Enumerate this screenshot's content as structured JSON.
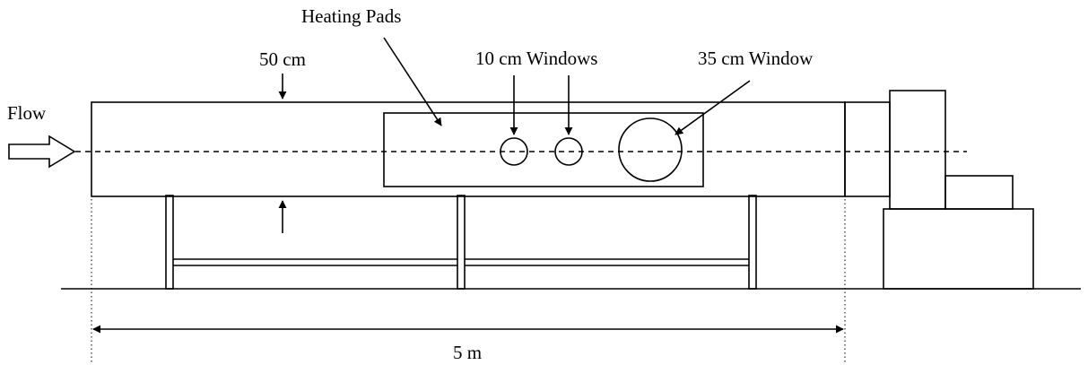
{
  "labels": {
    "flow": "Flow",
    "section_height": "50 cm",
    "heating_pads": "Heating Pads",
    "small_windows": "10 cm Windows",
    "large_window": "35 cm Window",
    "length": "5 m"
  },
  "colors": {
    "line": "#000000",
    "background": "#ffffff"
  }
}
